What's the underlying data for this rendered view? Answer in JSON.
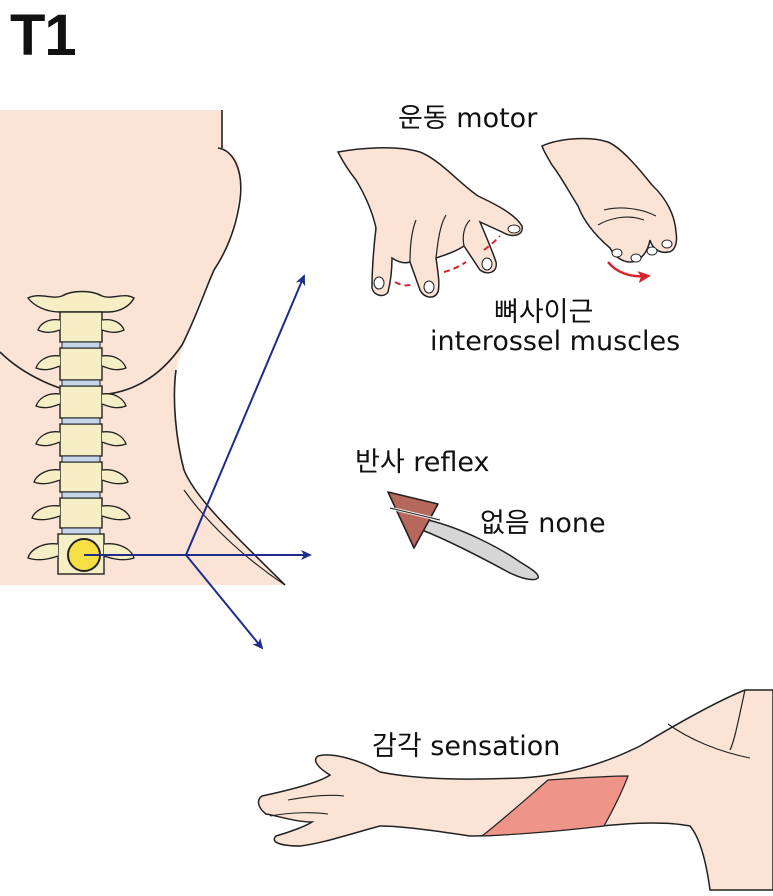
{
  "title": "T1",
  "motor": {
    "label": "운동 motor",
    "muscle_ko": "뼈사이근",
    "muscle_en": "interossel muscles"
  },
  "reflex": {
    "label": "반사 reflex",
    "value": "없음 none"
  },
  "sensation": {
    "label": "감각 sensation"
  },
  "colors": {
    "skin": "#fbe3d6",
    "bone": "#f6eec5",
    "disc": "#c5d6ea",
    "nerve_root": "#f7e046",
    "arrow": "#1f2c8c",
    "motion_arrow": "#d9232e",
    "dermatome": "#ef9488",
    "hammer_head": "#b7685c",
    "hammer_handle": "#d6d6d6"
  },
  "icons": [
    "spine-icon",
    "hand-spread-icon",
    "hand-adduct-icon",
    "reflex-hammer-icon",
    "arm-icon"
  ]
}
